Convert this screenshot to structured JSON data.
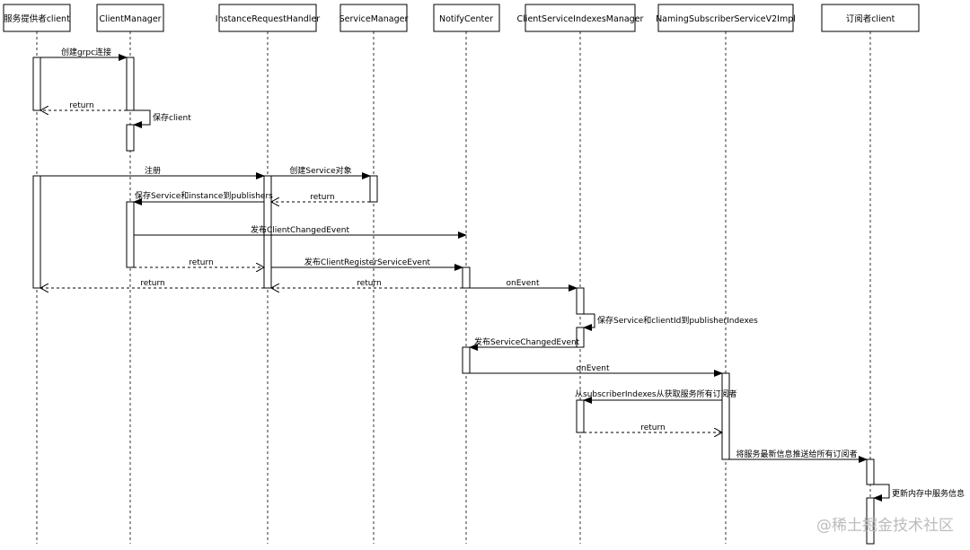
{
  "participants": [
    "服务提供者client",
    "ClientManager",
    "InstanceRequestHandler",
    "ServiceManager",
    "NotifyCenter",
    "ClientServiceIndexesManager",
    "NamingSubscriberServiceV2Impl",
    "订阅者client"
  ],
  "messages": [
    {
      "text": "创建grpc连接"
    },
    {
      "text": "return"
    },
    {
      "text": "保存client"
    },
    {
      "text": "注册"
    },
    {
      "text": "创建Service对象"
    },
    {
      "text": "return"
    },
    {
      "text": "保存Service和instance到publishers"
    },
    {
      "text": "发布ClientChangedEvent"
    },
    {
      "text": "return"
    },
    {
      "text": "发布ClientRegisterServiceEvent"
    },
    {
      "text": "return"
    },
    {
      "text": "return"
    },
    {
      "text": "onEvent"
    },
    {
      "text": "保存Service和clientId到publisherIndexes"
    },
    {
      "text": "发布ServiceChangedEvent"
    },
    {
      "text": "onEvent"
    },
    {
      "text": "从subscriberIndexes从获取服务所有订阅者"
    },
    {
      "text": "return"
    },
    {
      "text": "将服务最新信息推送给所有订阅者"
    },
    {
      "text": "更新内存中服务信息"
    }
  ],
  "watermark": "@稀土掘金技术社区",
  "colors": {
    "line": "#000000",
    "lifeline": "#000000",
    "box_fill": "#ffffff",
    "watermark": "#bcbcbc"
  }
}
